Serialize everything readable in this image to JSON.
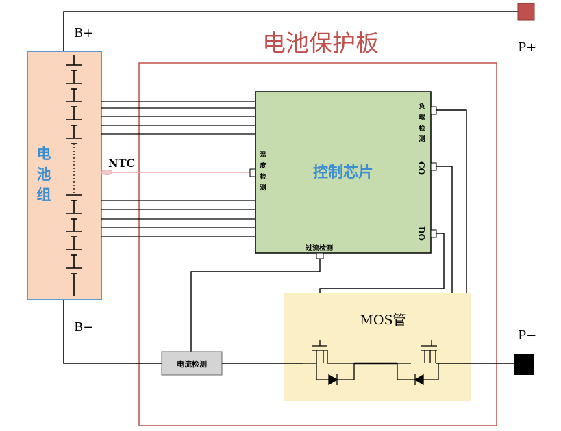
{
  "board": {
    "title": "电池保护板"
  },
  "battery_pack": {
    "label_chars": [
      "电",
      "池",
      "组"
    ]
  },
  "terminals": {
    "b_plus": "B+",
    "b_minus": "B−",
    "p_plus": "P+",
    "p_minus": "P−"
  },
  "sensor": {
    "ntc": "NTC"
  },
  "control_chip": {
    "title": "控制芯片",
    "temp_detect": [
      "温",
      "度",
      "检",
      "测"
    ],
    "load_detect": [
      "负",
      "载",
      "检",
      "测"
    ],
    "pin_co": "CO",
    "pin_do": "DO",
    "overcurrent_detect": "过流检测"
  },
  "current_detect": {
    "label": "电流检测"
  },
  "mos": {
    "label": "MOS管"
  },
  "colors": {
    "battery_fill": "#f9d6bd",
    "battery_border": "#5b9bd5",
    "battery_label": "#3d8ed0",
    "board_border": "#c0504d",
    "board_title": "#c0504d",
    "chip_fill": "#c6dcae",
    "chip_title": "#3d8ed0",
    "mos_fill": "#fbefc6",
    "current_fill": "#d4d4d4",
    "terminal_plus": "#c0504d",
    "terminal_minus": "#000000",
    "ntc_color": "#e8a9a9"
  }
}
